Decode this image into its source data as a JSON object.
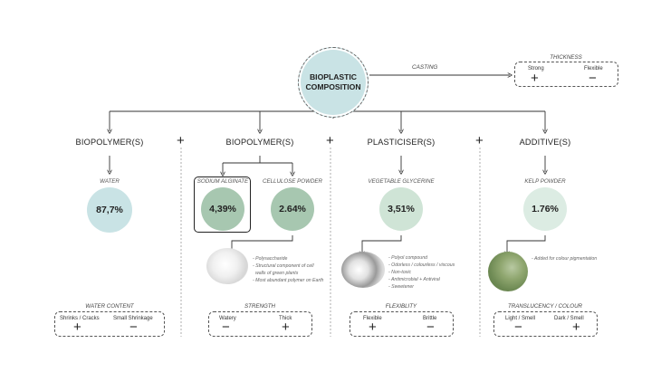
{
  "root": {
    "title": "BIOPLASTIC COMPOSITION",
    "casting_label": "CASTING"
  },
  "thickness": {
    "title": "THICKNESS",
    "left_label": "Strong",
    "right_label": "Flexible",
    "left_symbol": "+",
    "right_symbol": "−"
  },
  "columns": [
    {
      "head": "BIOPOLYMER(S)",
      "ingredients": [
        {
          "label": "WATER",
          "value": "87,7%",
          "color": "#c9e3e5"
        }
      ],
      "notes": [],
      "property": {
        "title": "WATER CONTENT",
        "left_label": "Shrinks / Cracks",
        "right_label": "Small Shrinkage",
        "left_symbol": "+",
        "right_symbol": "−"
      }
    },
    {
      "head": "BIOPOLYMER(S)",
      "ingredients": [
        {
          "label": "SODIUM ALGINATE",
          "value": "4,39%",
          "color": "#a7c7b0"
        },
        {
          "label": "CELLULOSE POWDER",
          "value": "2.64%",
          "color": "#a7c7b0"
        }
      ],
      "notes": [
        "- Polysaccharide",
        "- Structural component of cell",
        "walls of green plants",
        "- Most abundant polymer on Earth"
      ],
      "property": {
        "title": "STRENGTH",
        "left_label": "Watery",
        "right_label": "Thick",
        "left_symbol": "−",
        "right_symbol": "+"
      }
    },
    {
      "head": "PLASTICISER(S)",
      "ingredients": [
        {
          "label": "VEGETABLE GLYCERINE",
          "value": "3,51%",
          "color": "#cfe4d6"
        }
      ],
      "notes": [
        "- Polyol compound",
        "- Odorless / colourless / viscous",
        "- Non-toxic",
        "- Antimicrobial + Antiviral",
        "- Sweetener"
      ],
      "property": {
        "title": "FLEXIBLITY",
        "left_label": "Flexible",
        "right_label": "Brittle",
        "left_symbol": "+",
        "right_symbol": "−"
      }
    },
    {
      "head": "ADDITIVE(S)",
      "ingredients": [
        {
          "label": "KELP POWDER",
          "value": "1.76%",
          "color": "#dcece3"
        }
      ],
      "notes": [
        "- Added for colour pigmentation"
      ],
      "property": {
        "title": "TRANSLUCENCY / COLOUR",
        "left_label": "Light / Smell",
        "right_label": "Dark / Smell",
        "left_symbol": "−",
        "right_symbol": "+"
      }
    }
  ],
  "separators": [
    "+",
    "+",
    "+"
  ],
  "colors": {
    "line": "#333333",
    "dashed": "#999999"
  }
}
